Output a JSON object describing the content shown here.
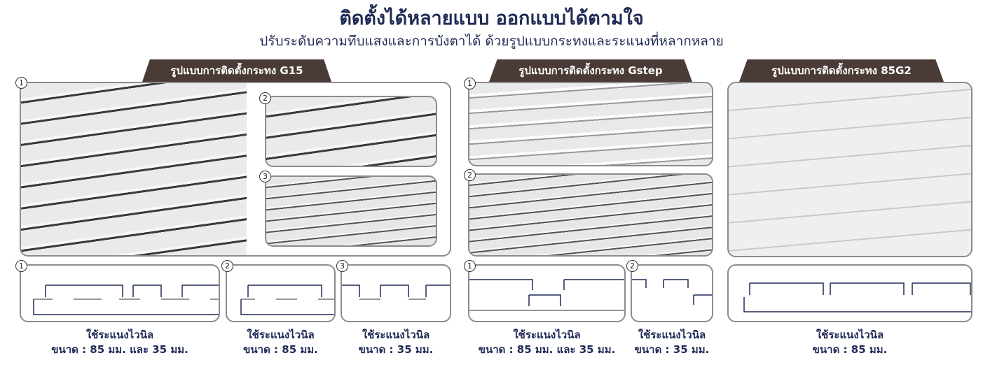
{
  "header": {
    "title": "ติดตั้งได้หลายแบบ ออกแบบได้ตามใจ",
    "subtitle": "ปรับระดับความทึบแสงและการบังตาได้ ด้วยรูปแบบกระทงและระแนงที่หลากหลาย"
  },
  "sections": [
    {
      "tab": "รูปแบบการติดตั้งกระทง G15",
      "numbers": [
        "1",
        "2",
        "3"
      ],
      "captions": [
        {
          "line1": "ใช้ระแนงไวนิล",
          "line2": "ขนาด : 85 มม. และ 35 มม."
        },
        {
          "line1": "ใช้ระแนงไวนิล",
          "line2": "ขนาด : 85 มม."
        },
        {
          "line1": "ใช้ระแนงไวนิล",
          "line2": "ขนาด : 35 มม."
        }
      ]
    },
    {
      "tab": "รูปแบบการติดตั้งกระทง Gstep",
      "numbers": [
        "1",
        "2"
      ],
      "captions": [
        {
          "line1": "ใช้ระแนงไวนิล",
          "line2": "ขนาด : 85 มม. และ 35 มม."
        },
        {
          "line1": "ใช้ระแนงไวนิล",
          "line2": "ขนาด : 35 มม."
        }
      ]
    },
    {
      "tab": "รูปแบบการติดตั้งกระทง  85G2",
      "captions": [
        {
          "line1": "ใช้ระแนงไวนิล",
          "line2": "ขนาด : 85 มม."
        }
      ]
    }
  ],
  "colors": {
    "title": "#1f2a55",
    "tab": "#4a3b37",
    "border": "#8c8c8c"
  }
}
